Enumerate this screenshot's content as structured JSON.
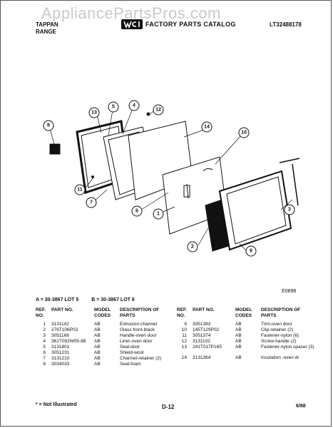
{
  "watermark": "AppliancePartsPros.com",
  "header": {
    "brand_line1": "TAPPAN",
    "brand_line2": "RANGE",
    "catalog_title": "FACTORY PARTS CATALOG",
    "model_number": "LT32488178"
  },
  "diagram": {
    "id": "E0898",
    "callouts": [
      "1",
      "2",
      "3",
      "4",
      "5",
      "6",
      "7",
      "8",
      "9",
      "10",
      "11",
      "12",
      "13",
      "14"
    ]
  },
  "lots": {
    "a": "A = 30-3867 LOT 5",
    "b": "B = 30-3867 LOT 6"
  },
  "table": {
    "headers": {
      "ref": "REF. NO.",
      "part": "PART NO.",
      "model": "MODEL CODES",
      "desc": "DESCRIPTION OF PARTS"
    },
    "left_rows": [
      {
        "ref": "1",
        "part": "3131142",
        "code": "AB",
        "desc": "Extrusion-channel"
      },
      {
        "ref": "2",
        "part": "276T106P03",
        "code": "AB",
        "desc": "Glass front-black"
      },
      {
        "ref": "3",
        "part": "3051168",
        "code": "AB",
        "desc": "Handle-oven door"
      },
      {
        "ref": "4",
        "part": "361T092W05-88",
        "code": "AB",
        "desc": "Liner-oven door"
      },
      {
        "ref": "5",
        "part": "3131801",
        "code": "AB",
        "desc": "Seal-door"
      },
      {
        "ref": "6",
        "part": "3051231",
        "code": "AB",
        "desc": "Shield-wool"
      },
      {
        "ref": "7",
        "part": "3131210",
        "code": "AB",
        "desc": "Channel-retainer (2)"
      },
      {
        "ref": "8",
        "part": "3034033",
        "code": "AB",
        "desc": "Seal-foam"
      }
    ],
    "right_rows": [
      {
        "ref": "9",
        "part": "3051383",
        "code": "AB",
        "desc": "Trim-oven door"
      },
      {
        "ref": "10",
        "part": "145T129P02",
        "code": "AB",
        "desc": "Clip-retainer (2)"
      },
      {
        "ref": "11",
        "part": "3051374",
        "code": "AB",
        "desc": "Fastener-nylon (6)"
      },
      {
        "ref": "12",
        "part": "3131102",
        "code": "AB",
        "desc": "Screw-handle (2)"
      },
      {
        "ref": "13",
        "part": "241T017P165",
        "code": "AB",
        "desc": "Fastener-nylon spacer (3)"
      },
      {
        "ref": "14",
        "part": "3131364",
        "code": "AB",
        "desc": "Insulation -oven dr"
      }
    ]
  },
  "footer": {
    "note": "* = Not Illustrated",
    "page": "D-12",
    "date": "6/88"
  }
}
